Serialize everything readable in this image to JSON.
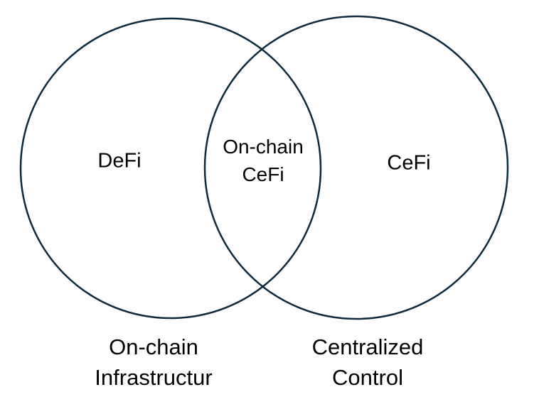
{
  "diagram": {
    "type": "venn",
    "background_color": "#FFFFFF",
    "stroke_color": "#0E2A3C",
    "text_color": "#000000",
    "left_circle": {
      "label": "DeFi",
      "caption_line1": "On-chain",
      "caption_line2": "Infrastructur"
    },
    "right_circle": {
      "label": "CeFi",
      "caption_line1": "Centralized",
      "caption_line2": "Control"
    },
    "intersection": {
      "label_line1": "On-chain",
      "label_line2": "CeFi"
    }
  }
}
